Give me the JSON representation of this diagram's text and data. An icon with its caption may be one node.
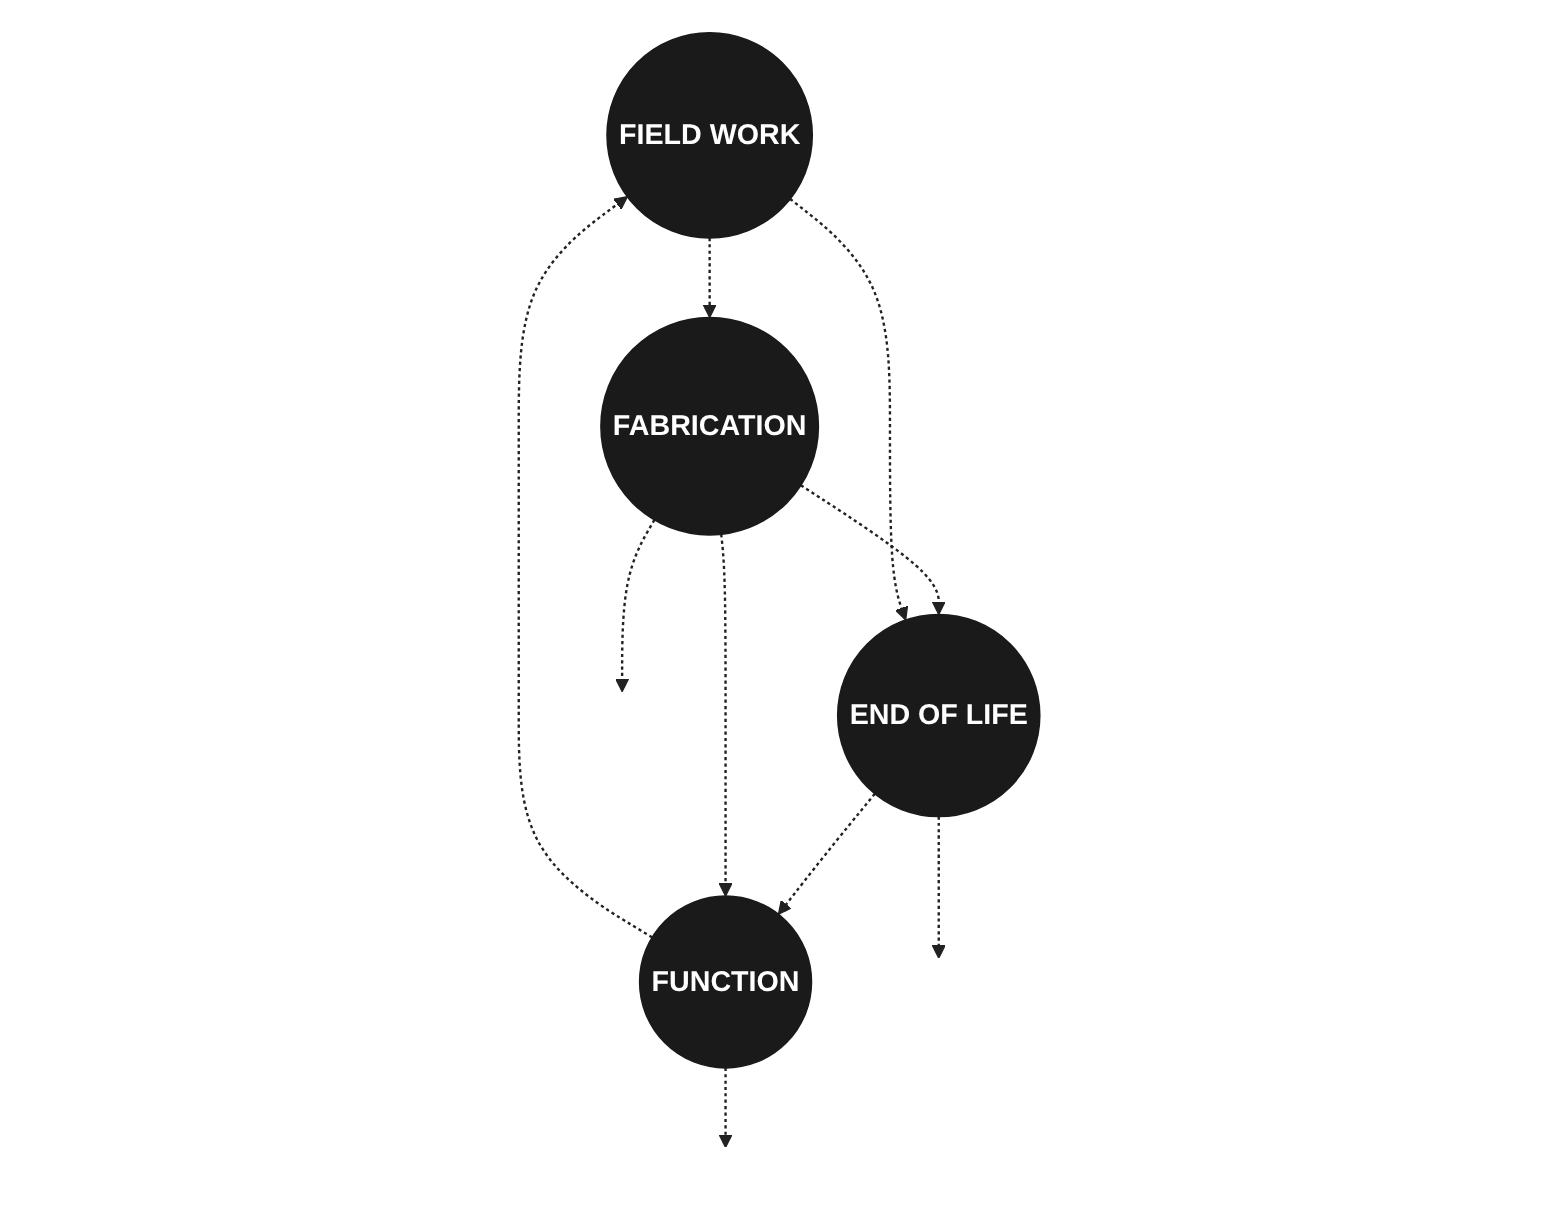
{
  "diagram": {
    "nodes": [
      {
        "text": [
          "FIELD WORK"
        ]
      },
      {
        "text": [
          "FUNCTION"
        ]
      },
      {
        "text": [
          "FABRICATION"
        ]
      },
      {
        "text": [
          "END OF LIFE"
        ]
      }
    ],
    "edges": [
      {
        "from": 0,
        "to": 2,
        "arrow": "to",
        "style": "dashed"
      },
      {
        "from": 2,
        "to": 3,
        "arrow": "to",
        "style": "dashed"
      },
      {
        "from": 3,
        "to": 1,
        "arrow": "to",
        "style": "dashed"
      },
      {
        "from": 1,
        "to": 0,
        "arrow": "to",
        "style": "dashed"
      },
      {
        "from": 0,
        "to": 3,
        "arrow": "to",
        "style": "dashed"
      },
      {
        "from": 2,
        "to": 1,
        "arrow": "to",
        "style": "dashed"
      },
      {
        "from": 1,
        "to": null,
        "arrow": "to",
        "style": "dashed"
      },
      {
        "from": 2,
        "to": null,
        "arrow": "to",
        "style": "dashed"
      },
      {
        "from": 3,
        "to": null,
        "arrow": "to",
        "style": "dashed"
      }
    ]
  }
}
